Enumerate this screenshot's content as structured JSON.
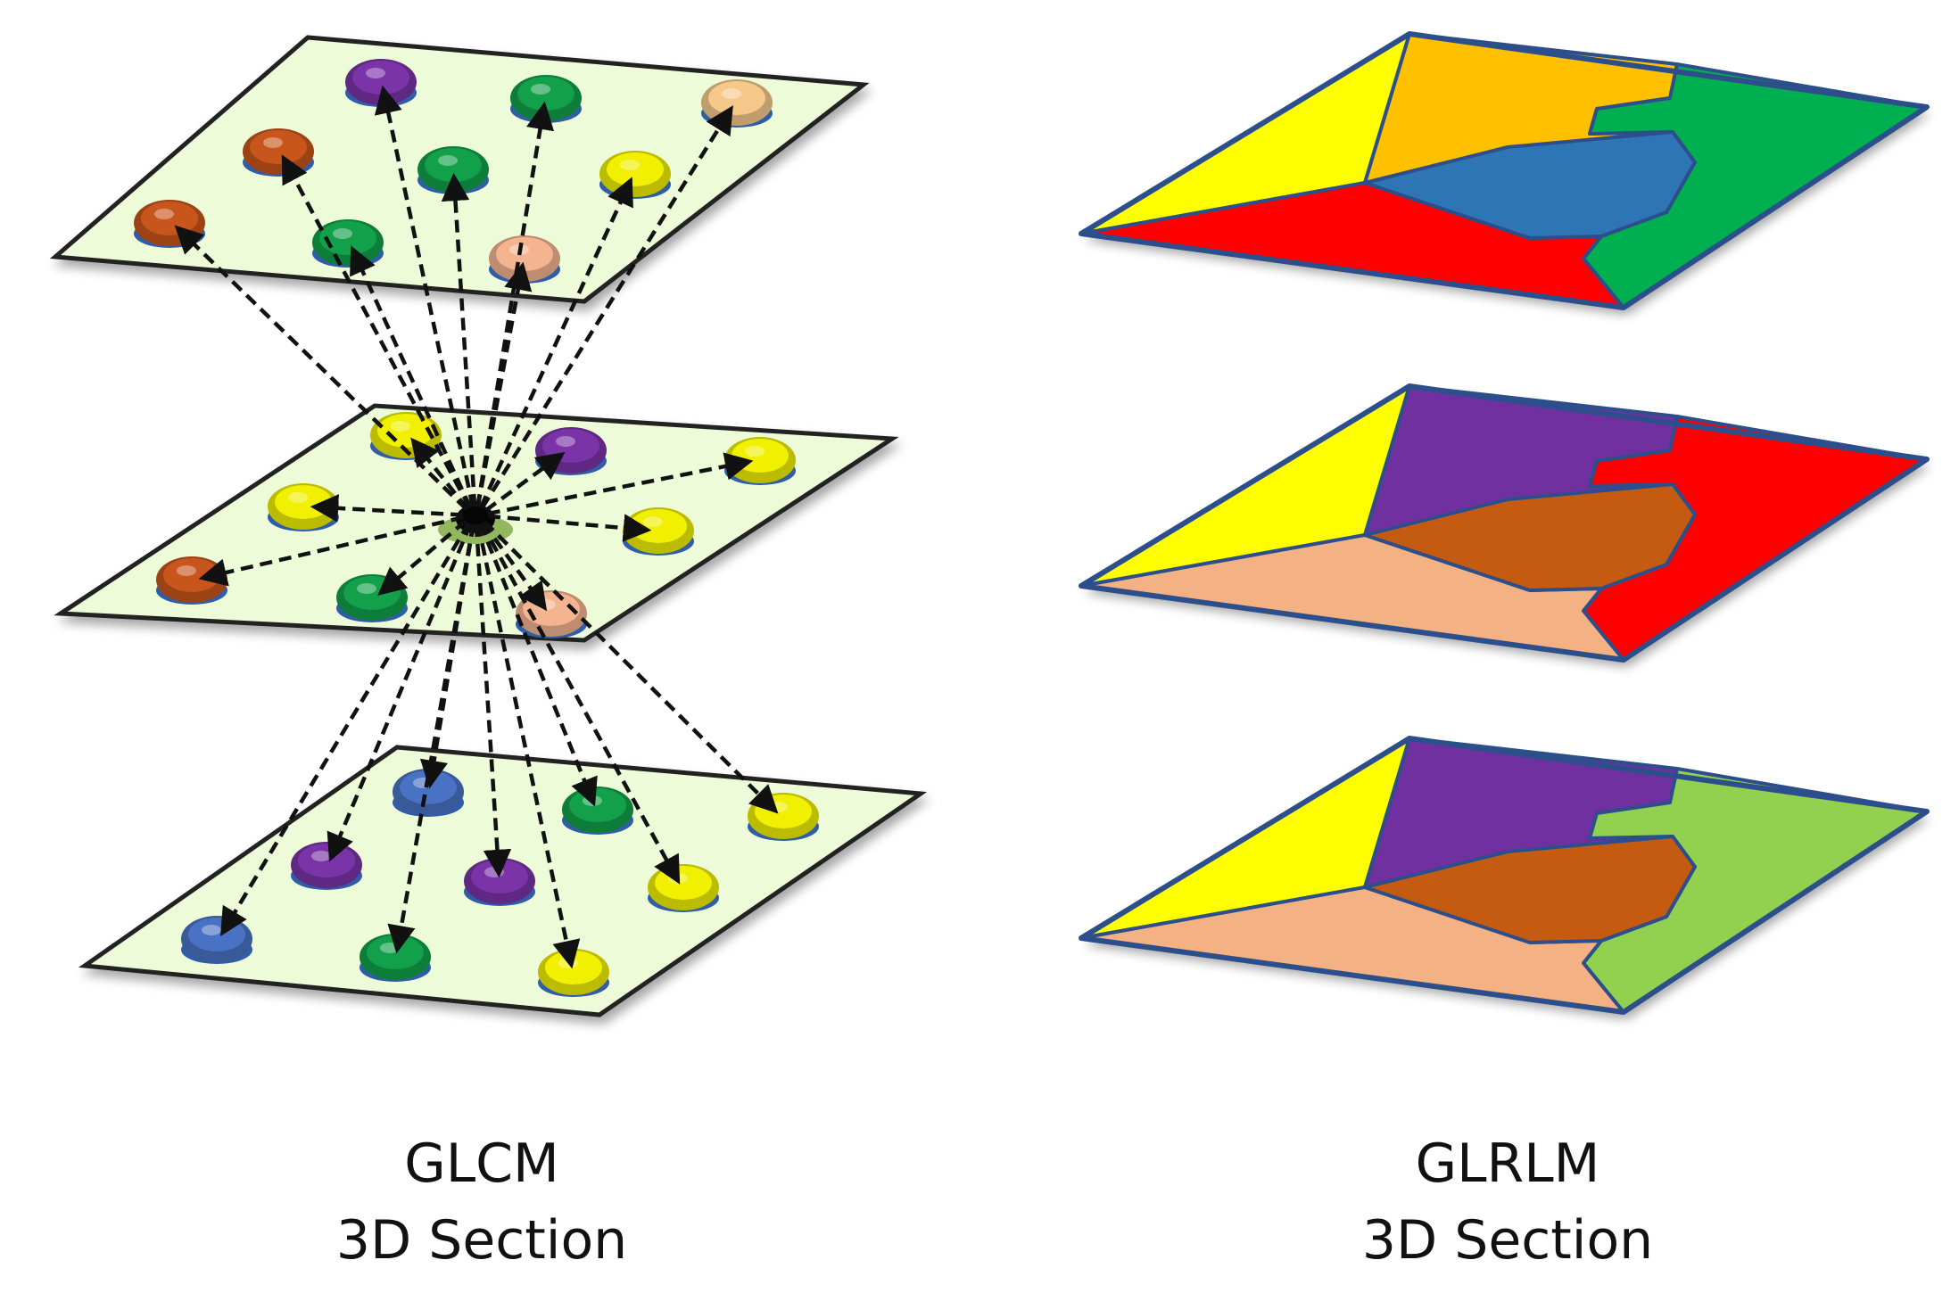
{
  "glcm": {
    "title": "GLCM",
    "subtitle": "3D Section",
    "colors": {
      "plate_fill": "#eefbd9",
      "plate_stroke": "#222222",
      "arrow": "#111111",
      "orange": "#c8561c",
      "purple": "#7a34a8",
      "green": "#13a04a",
      "light_orange": "#f6c98a",
      "yellow": "#f0f000",
      "peach": "#f4b490",
      "blue": "#4a72c4"
    }
  },
  "glrlm": {
    "title": "GLRLM",
    "subtitle": "3D Section",
    "border": "#2c4f8c",
    "plates": [
      {
        "left": "#ffff00",
        "top": "#ffc000",
        "right": "#00b050",
        "center": "#2e75b6",
        "bottom": "#ff0000"
      },
      {
        "left": "#ffff00",
        "top": "#7030a0",
        "right": "#ff0000",
        "center": "#c55a11",
        "bottom": "#f4b183"
      },
      {
        "left": "#ffff00",
        "top": "#7030a0",
        "right": "#92d050",
        "center": "#c55a11",
        "bottom": "#f4b183"
      }
    ]
  }
}
